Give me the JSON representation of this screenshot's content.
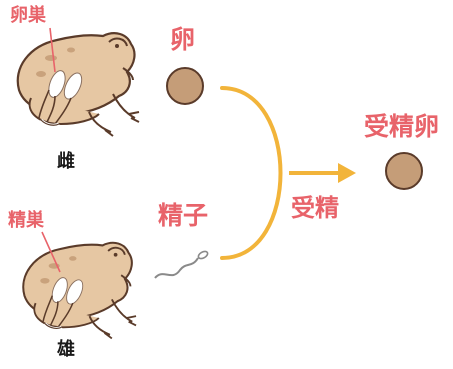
{
  "labels": {
    "ovary": "卵巣",
    "female": "雌",
    "egg": "卵",
    "testis": "精巣",
    "male": "雄",
    "sperm": "精子",
    "fertilization": "受精",
    "fertilized_egg": "受精卵"
  },
  "colors": {
    "label_accent": "#e8636a",
    "arrow": "#f2b43a",
    "egg_fill": "#c59d78",
    "egg_stroke": "#5a3b2a",
    "frog_body": "#e6c7a3",
    "frog_outline": "#5a3b2a"
  }
}
